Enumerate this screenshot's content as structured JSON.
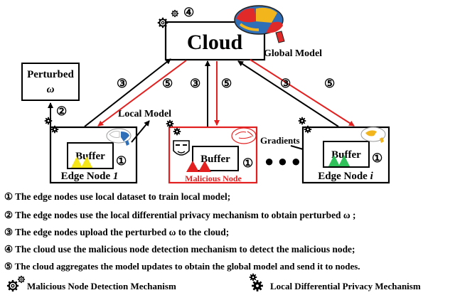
{
  "cloud": {
    "label": "Cloud",
    "badge": "④",
    "model_label": "Global Model"
  },
  "perturbed": {
    "label": "Perturbed",
    "symbol": "ω"
  },
  "edge_left": {
    "buffer": "Buffer",
    "badge": "①",
    "label_prefix": "Edge Node ",
    "label_var": "1"
  },
  "edge_mid": {
    "buffer": "Buffer",
    "badge": "①",
    "label": "Malicious Node"
  },
  "edge_right": {
    "buffer": "Buffer",
    "badge": "①",
    "label_prefix": "Edge Node ",
    "label_var": "i"
  },
  "arrow_labels": {
    "left_up": "③",
    "left_down": "⑤",
    "mid_up": "③",
    "mid_down": "⑤",
    "right_up": "③",
    "right_down": "⑤",
    "perturb": "②"
  },
  "local_model": "Local Model",
  "gradients": "Gradients",
  "ellipsis": "●  ●  ●",
  "steps": [
    "① The edge nodes use local dataset to train local model;",
    "② The edge nodes use the local differential privacy mechanism to obtain perturbed ω  ;",
    "③ The edge nodes upload the perturbed ω  to the cloud;",
    "④ The cloud use the malicious node detection mechanism to detect the malicious node;",
    "⑤ The cloud aggregates the model updates to obtain the global model and send it to nodes."
  ],
  "legend": {
    "malicious": "Malicious Node Detection Mechanism",
    "privacy": "Local Differential Privacy Mechanism"
  },
  "colors": {
    "red": "#e32020",
    "black": "#000000",
    "yellow": "#f5e61a",
    "green": "#2fc25a",
    "brain_blue": "#2f6fb8",
    "brain_red": "#e02a2a",
    "brain_yellow": "#f2b51c"
  }
}
